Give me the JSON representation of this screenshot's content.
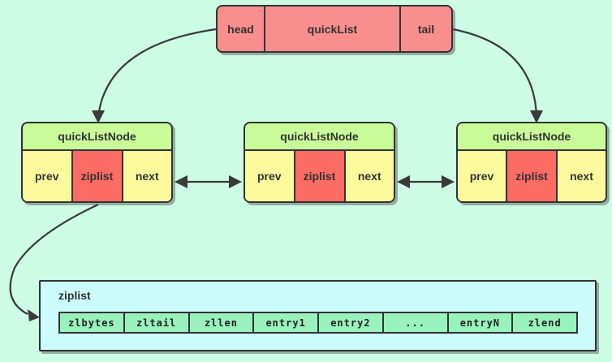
{
  "colors": {
    "background": "#CCFCE4",
    "border": "#333333",
    "quicklist_pink": "#F98E8E",
    "ziplist_red": "#FC6B64",
    "node_header_green": "#C9FC99",
    "pointer_yellow": "#FCFA9C",
    "ziplist_box_cyan": "#CCFBFB",
    "ziplist_cell_green": "#99F2BE"
  },
  "quicklist": {
    "head_label": "head",
    "title": "quickList",
    "tail_label": "tail"
  },
  "nodes": [
    {
      "title": "quickListNode",
      "prev_label": "prev",
      "ziplist_label": "ziplist",
      "next_label": "next"
    },
    {
      "title": "quickListNode",
      "prev_label": "prev",
      "ziplist_label": "ziplist",
      "next_label": "next"
    },
    {
      "title": "quickListNode",
      "prev_label": "prev",
      "ziplist_label": "ziplist",
      "next_label": "next"
    }
  ],
  "ziplist_box": {
    "title": "ziplist",
    "cells": [
      "zlbytes",
      "zltail",
      "zllen",
      "entry1",
      "entry2",
      "...",
      "entryN",
      "zlend"
    ]
  }
}
